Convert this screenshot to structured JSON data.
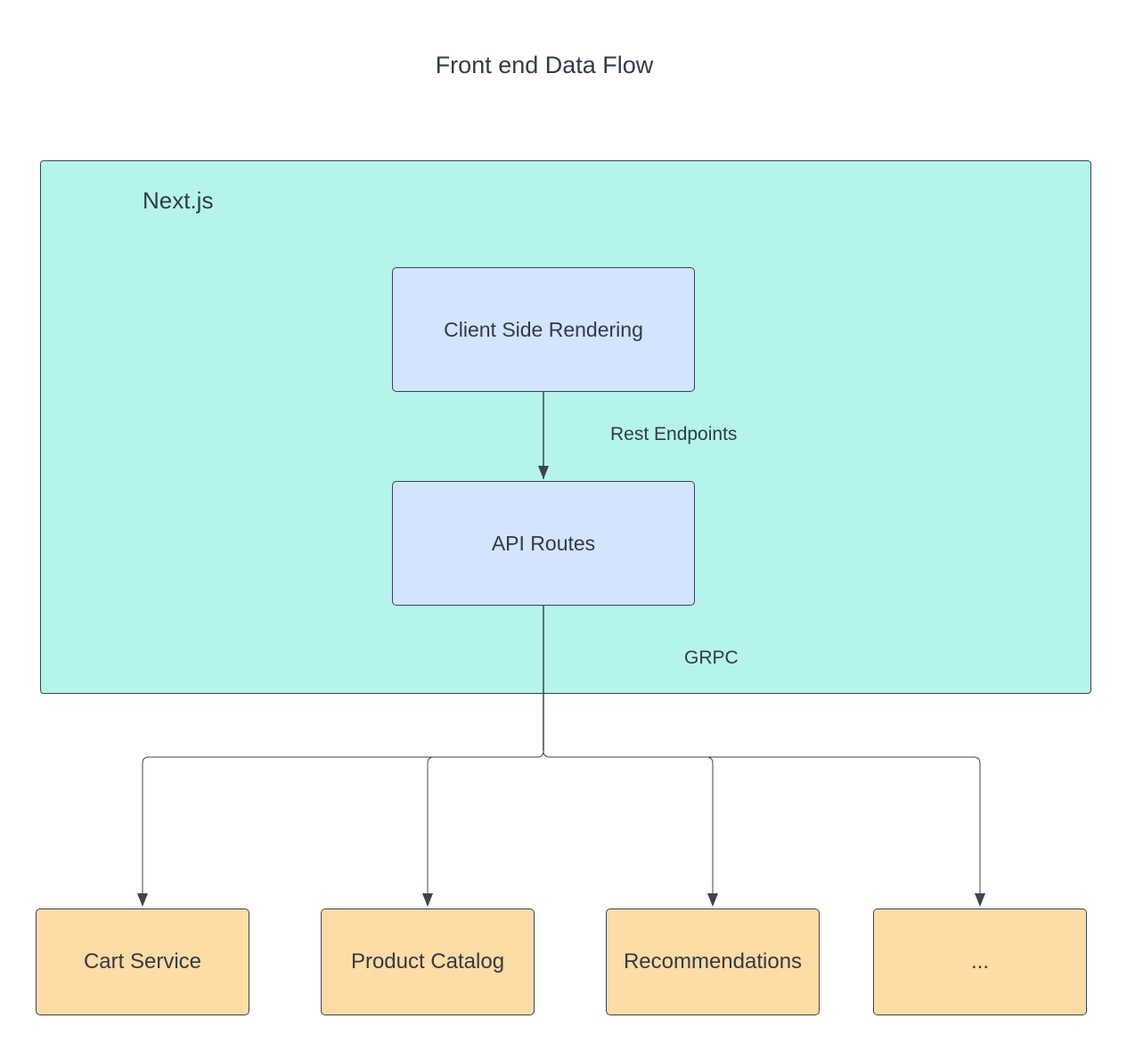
{
  "title": "Front end Data Flow",
  "container": {
    "label": "Next.js",
    "fill": "#b5f4eb"
  },
  "nodes": {
    "client": "Client Side Rendering",
    "api": "API Routes",
    "services": [
      "Cart Service",
      "Product Catalog",
      "Recommendations",
      "..."
    ]
  },
  "edges": {
    "rest_label": "Rest Endpoints",
    "grpc_label": "GRPC"
  },
  "colors": {
    "inner_node_fill": "#d2e4fe",
    "service_node_fill": "#fddca5",
    "stroke": "#3d4450",
    "text": "#333a48"
  }
}
